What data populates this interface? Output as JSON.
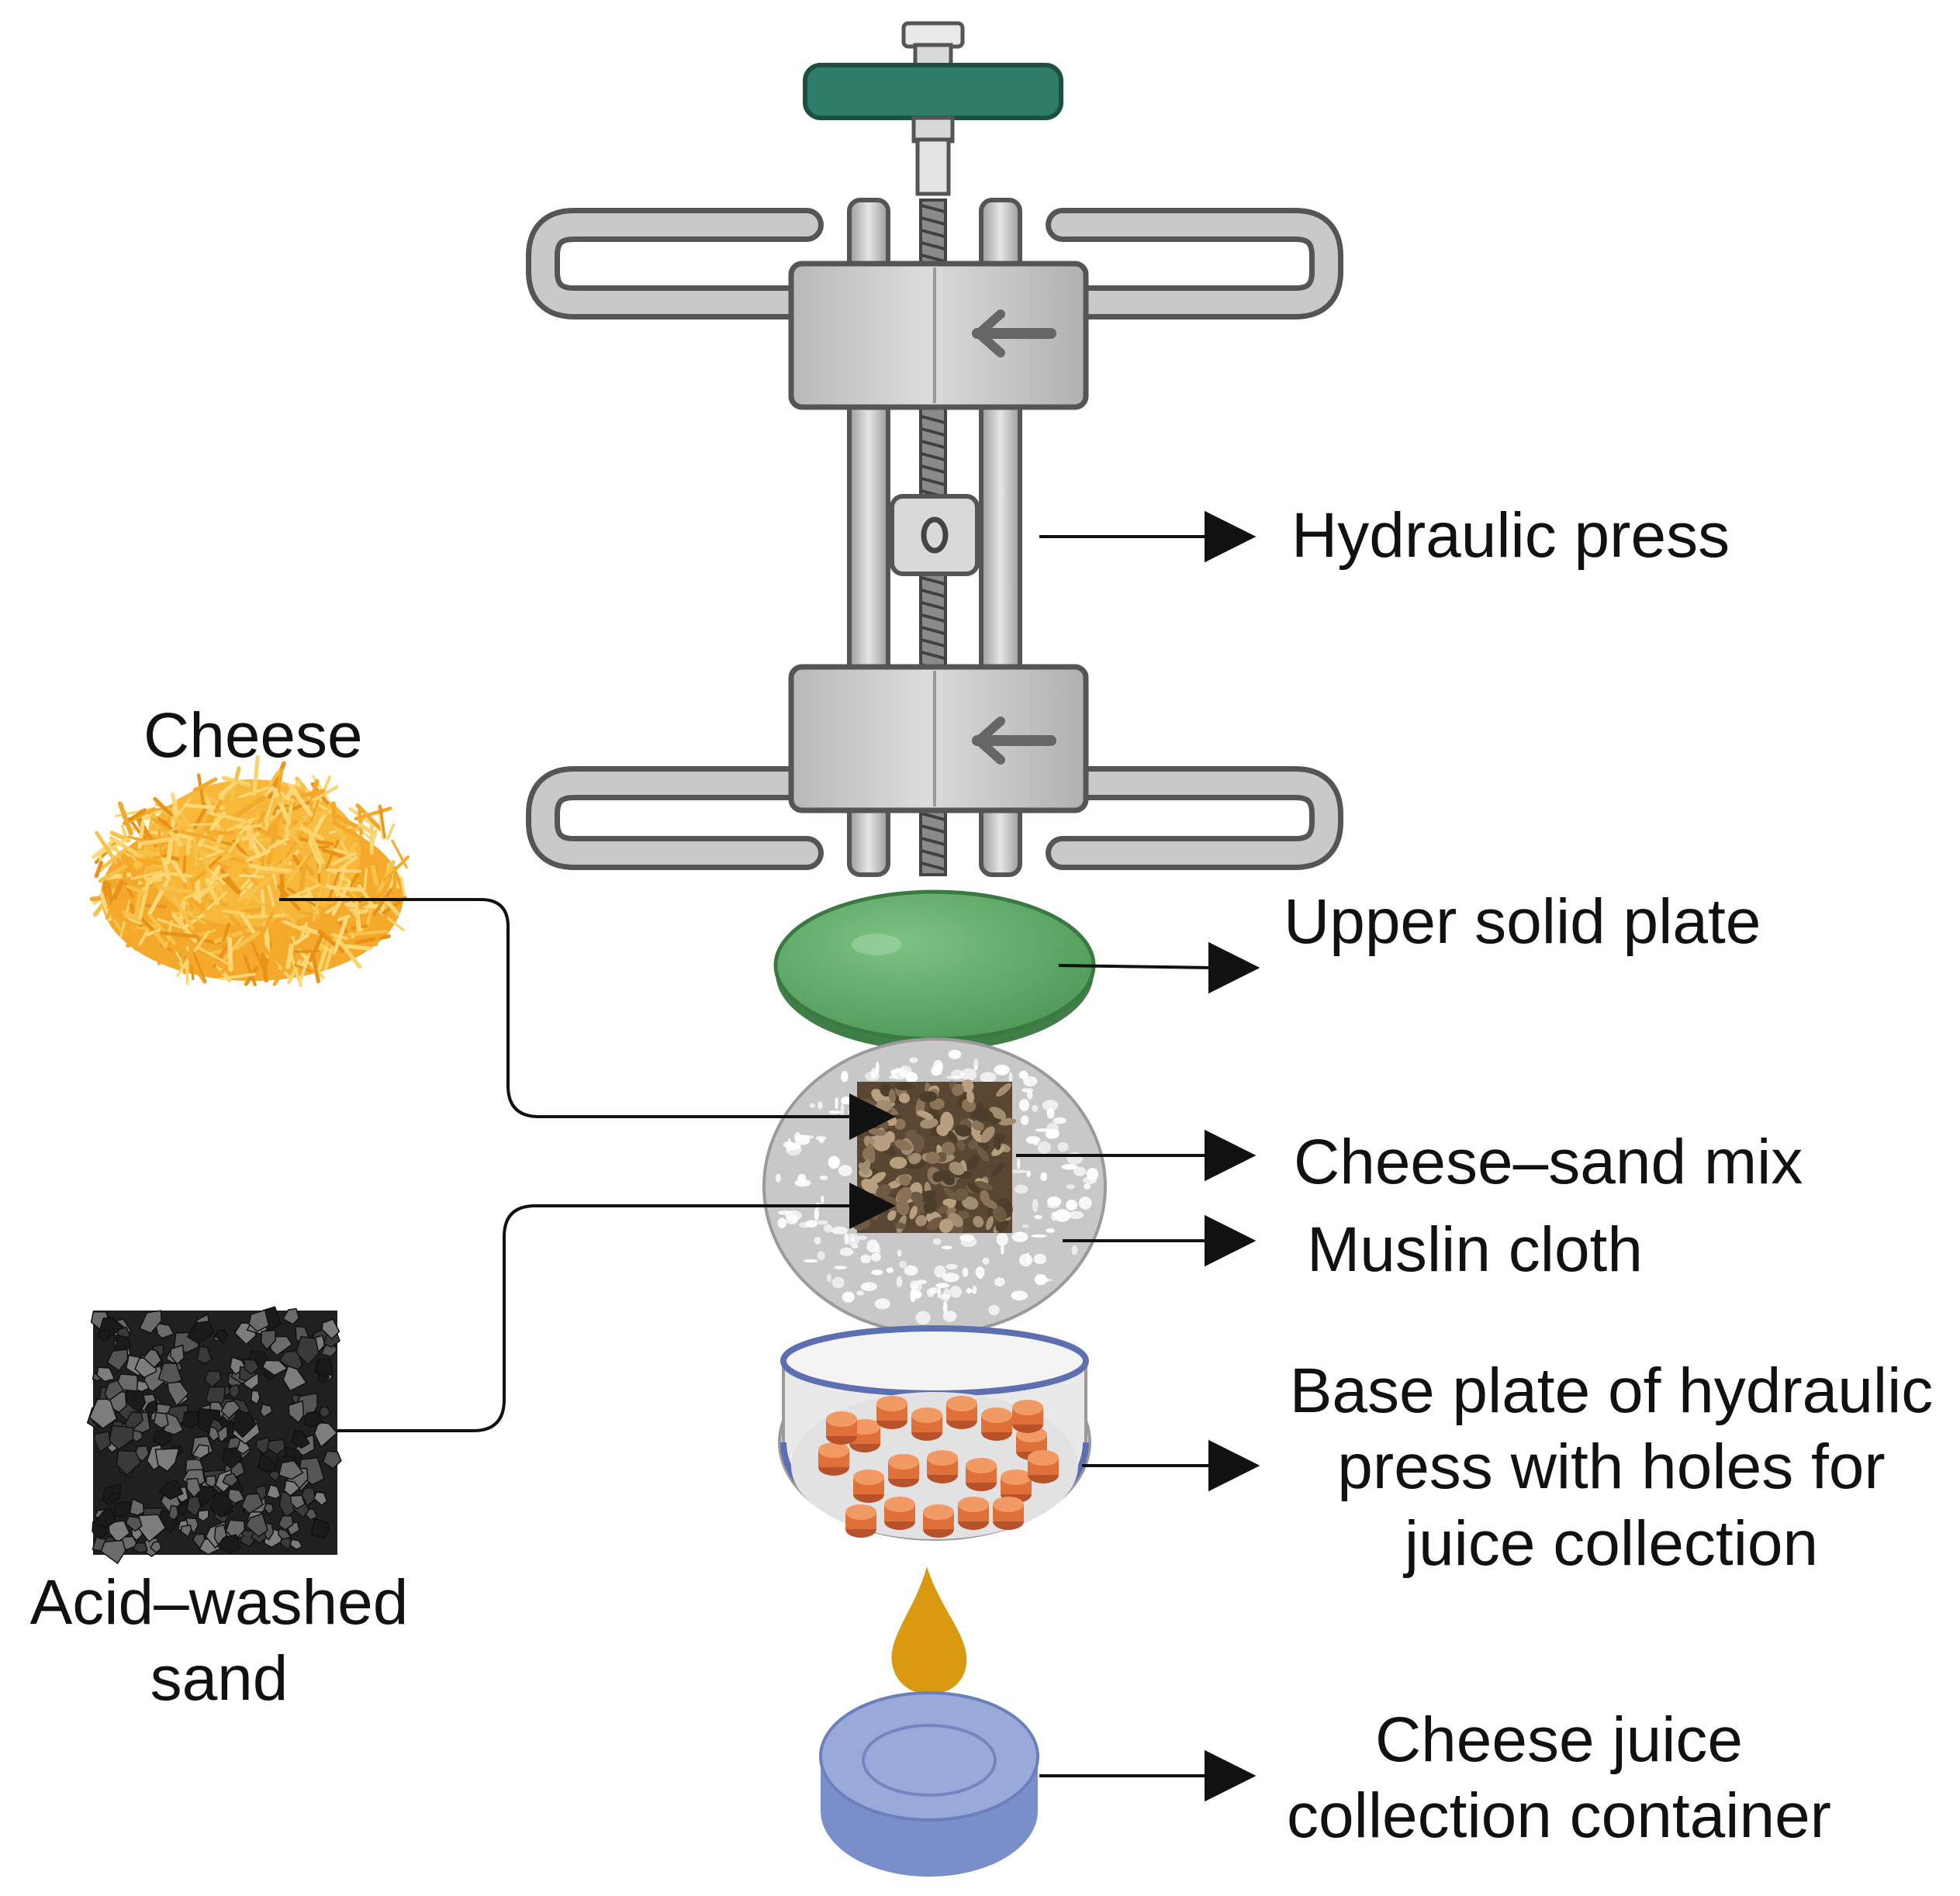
{
  "labels": {
    "hydraulic_press": "Hydraulic press",
    "cheese": "Cheese",
    "upper_solid_plate": "Upper solid plate",
    "cheese_sand_mix": "Cheese–sand mix",
    "muslin_cloth": "Muslin cloth",
    "base_plate": [
      "Base plate of hydraulic",
      "press with holes for",
      "juice collection"
    ],
    "acid_washed_sand": [
      "Acid–washed",
      "sand"
    ],
    "juice_container": [
      "Cheese juice",
      "collection container"
    ]
  },
  "colors": {
    "press_metal": "#c9c9c9",
    "press_outline": "#555555",
    "handle_wheel": "#2e7d69",
    "upper_plate": "#5aa463",
    "cheese": "#f4a92a",
    "sand": "#2b2b2b",
    "muslin": "#cfcfcf",
    "base_plate_holes": "#e0703a",
    "juice_drop": "#d99a12",
    "container": "#8c9fd1",
    "arrow": "#111111"
  }
}
